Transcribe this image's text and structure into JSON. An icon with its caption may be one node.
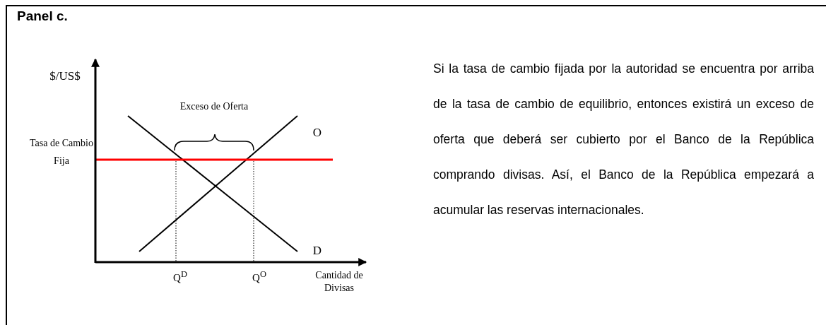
{
  "diagram": {
    "title": "Panel c.",
    "labels": [
      "$/US$",
      "Exceso de Oferta",
      "O",
      "Tasa de Cambio Fija",
      "D",
      "Q$^{D}$",
      "Q$^{O}$",
      "Cantidad de Divisas",
      "Si la tasa de cambio fijada por la autoridad se encuentra por arriba de la tasa de cambio de equilibrio, entonces existirá un exceso de oferta que deberá ser cubierto por el Banco de la República comprando divisas. Así, el Banco de la República empezará a acumular las reservas internacionales."
    ]
  }
}
